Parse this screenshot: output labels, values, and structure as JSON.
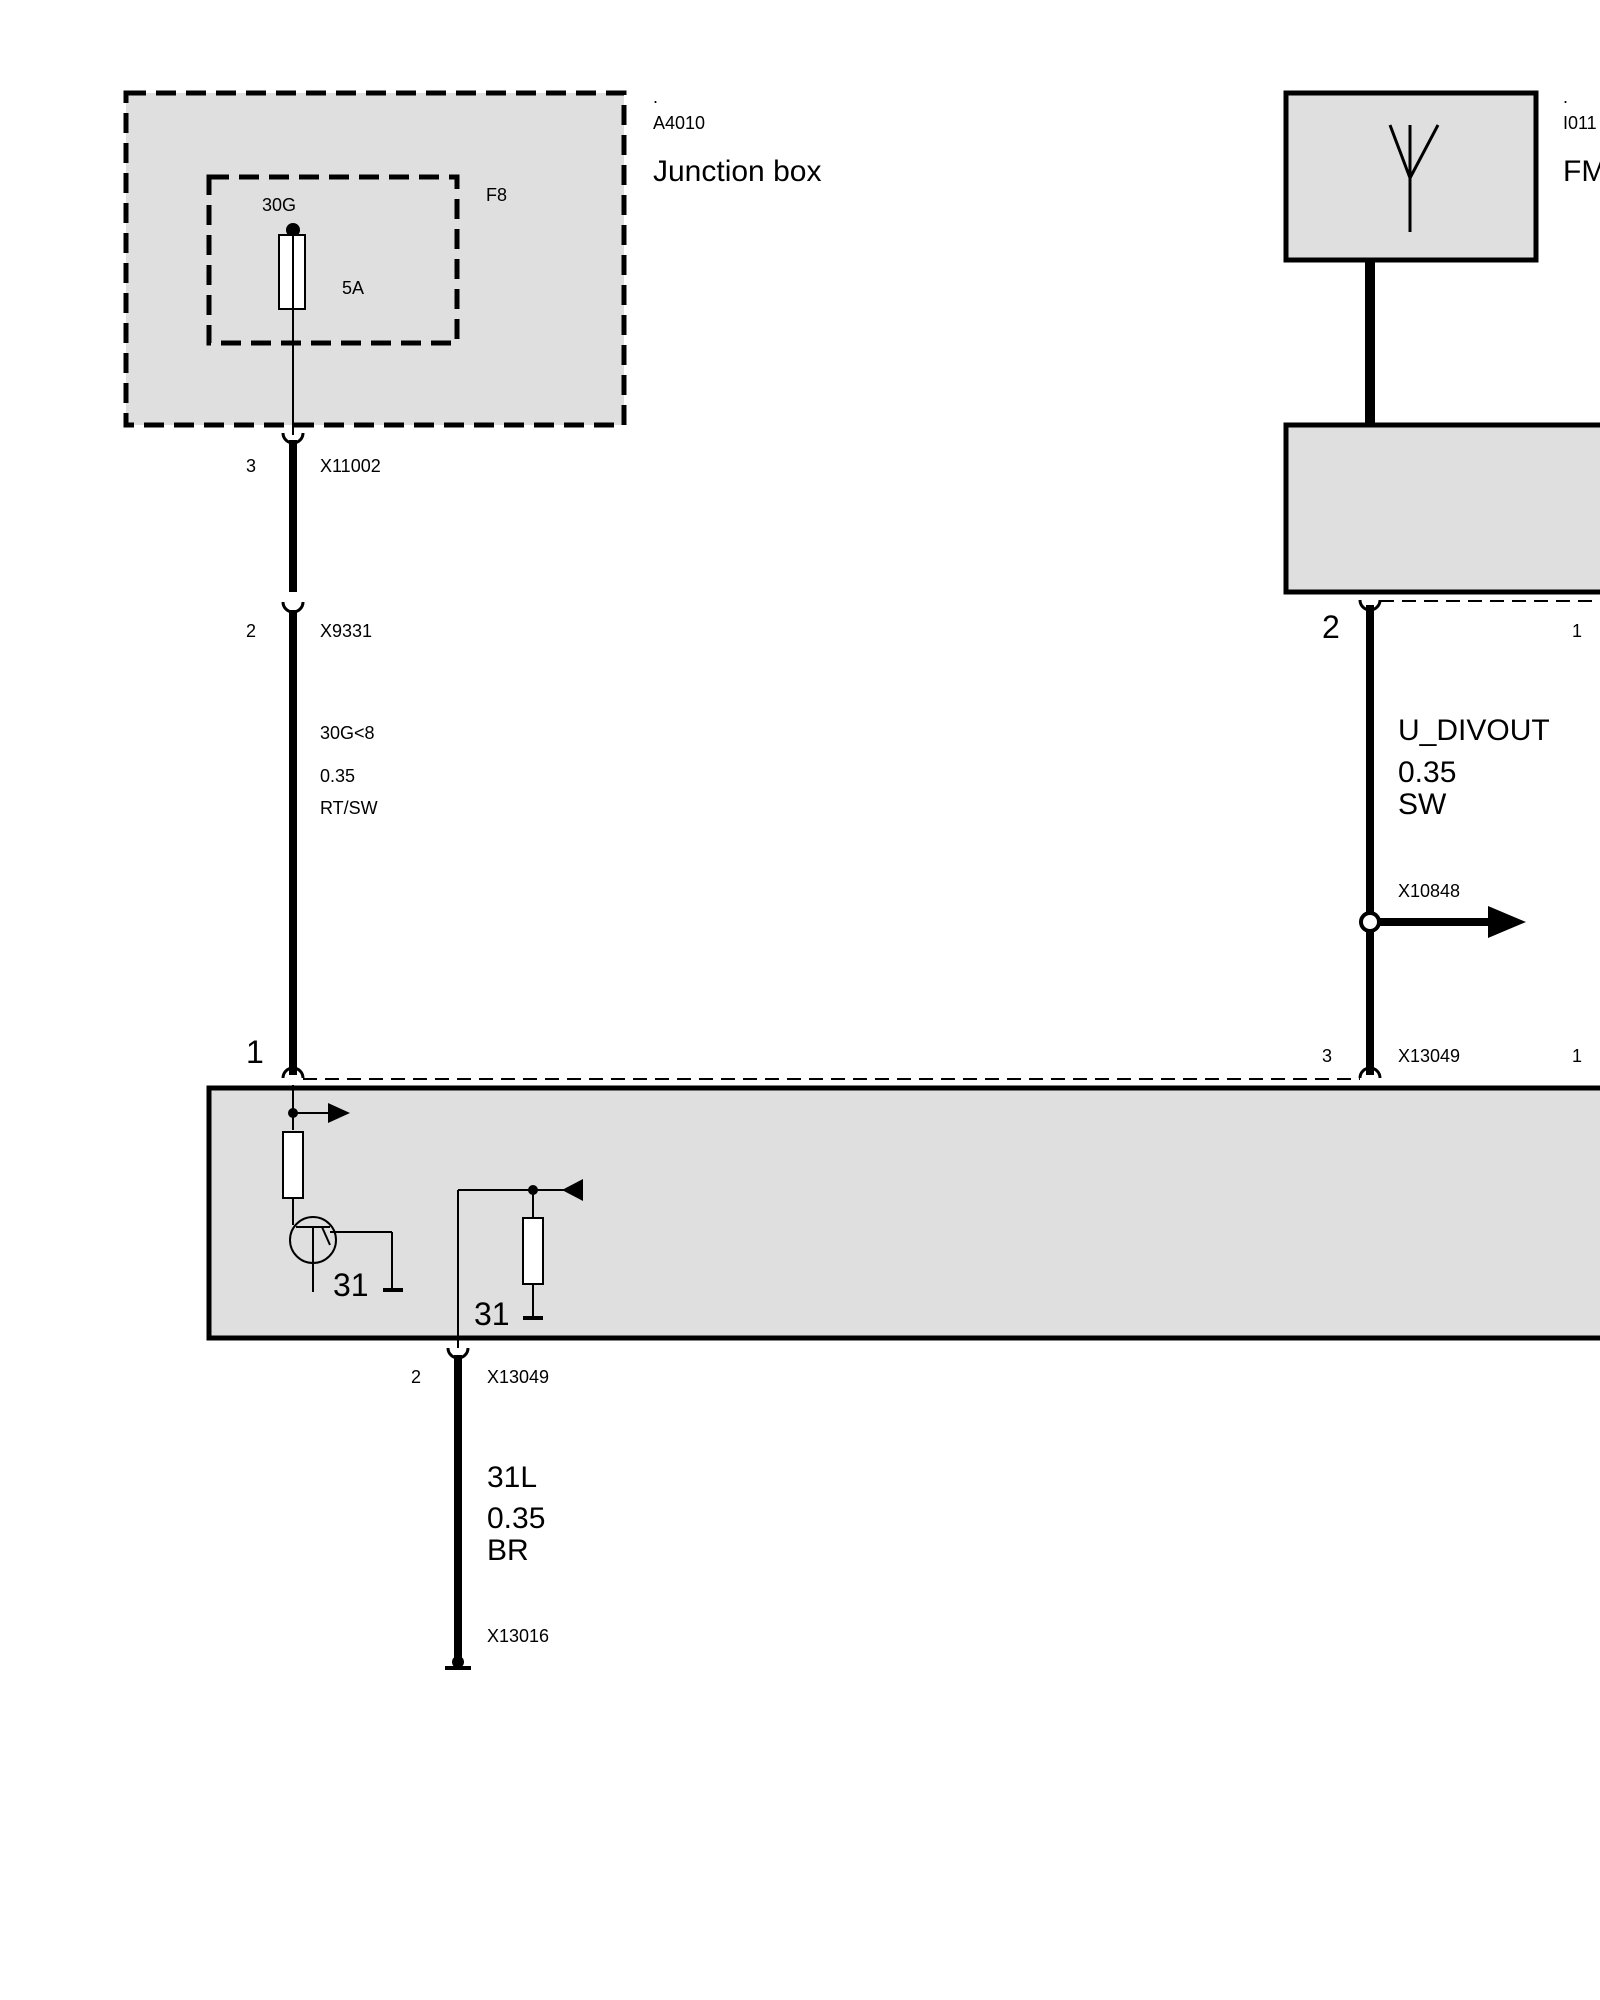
{
  "colors": {
    "box_fill": "#dfdfdf",
    "line": "#000000",
    "background": "#ffffff"
  },
  "junction_box": {
    "dot": ".",
    "id": "A4010",
    "title": "Junction box",
    "fuse": {
      "name": "F8",
      "terminal": "30G",
      "rating": "5A"
    }
  },
  "fm_module": {
    "dot": ".",
    "id": "I011",
    "title": "FM",
    "icon": "antenna-icon"
  },
  "connectors": {
    "x11002": {
      "pin": "3",
      "name": "X11002"
    },
    "x9331": {
      "pin": "2",
      "name": "X9331"
    },
    "fm_pin2": {
      "pin": "2"
    },
    "fm_pin1": {
      "pin": "1"
    },
    "x10848": {
      "name": "X10848"
    },
    "x13049_pin1": {
      "pin": "1"
    },
    "x13049_pin3": {
      "pin": "3",
      "name": "X13049"
    },
    "x13049_pin1_right": {
      "pin": "1"
    },
    "x13049_pin2": {
      "pin": "2",
      "name": "X13049"
    },
    "x13016": {
      "name": "X13016"
    }
  },
  "wires": {
    "w1": {
      "signal": "30G<8",
      "gauge": "0.35",
      "color": "RT/SW"
    },
    "w2": {
      "signal": "U_DIVOUT",
      "gauge": "0.35",
      "color": "SW"
    },
    "w3": {
      "signal": "31L",
      "gauge": "0.35",
      "color": "BR"
    }
  },
  "module": {
    "ground1": "31",
    "ground2": "31"
  }
}
